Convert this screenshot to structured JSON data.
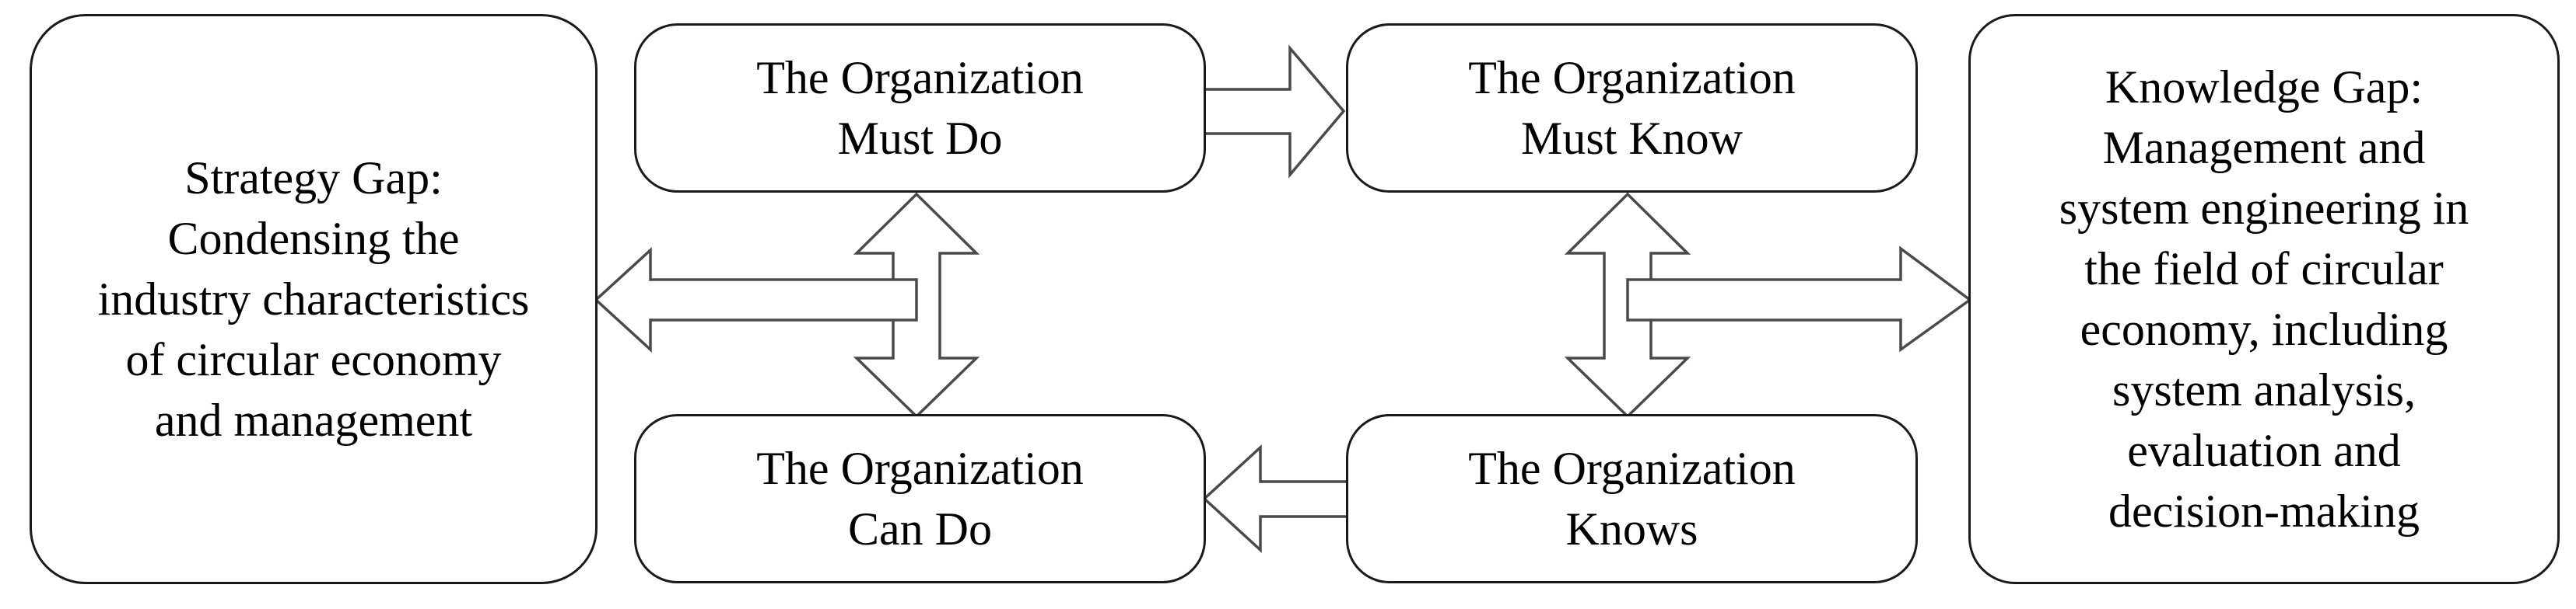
{
  "diagram": {
    "title": "Strategy Gap and Knowledge Gap cycle",
    "background_color": "#ffffff",
    "text_color": "#000000",
    "box_border_color": "#1a1a1a",
    "arrow_stroke_color": "#4a4a4a",
    "arrow_fill_color": "#ffffff"
  },
  "nodes": {
    "strategy_gap": {
      "id": "strategy-gap",
      "label": "Strategy Gap:\nCondensing the\nindustry characteristics\nof circular economy\nand management"
    },
    "must_do": {
      "id": "organization-must-do",
      "label": "The Organization\nMust Do"
    },
    "must_know": {
      "id": "organization-must-know",
      "label": "The Organization\nMust Know"
    },
    "can_do": {
      "id": "organization-can-do",
      "label": "The Organization\nCan Do"
    },
    "knows": {
      "id": "organization-knows",
      "label": "The Organization\nKnows"
    },
    "knowledge_gap": {
      "id": "knowledge-gap",
      "label": "Knowledge Gap:\nManagement and\nsystem engineering in\nthe field of circular\neconomy, including\nsystem analysis,\nevaluation and\ndecision-making"
    }
  },
  "arrows": [
    {
      "id": "arrow-must-do-to-must-know",
      "from": "organization-must-do",
      "to": "organization-must-know",
      "direction": "right",
      "style": "block-arrow",
      "double_headed": false
    },
    {
      "id": "arrow-knows-to-can-do",
      "from": "organization-knows",
      "to": "organization-can-do",
      "direction": "left",
      "style": "block-arrow",
      "double_headed": false
    },
    {
      "id": "arrow-must-do-can-do-vertical",
      "from": "organization-must-do",
      "to": "organization-can-do",
      "direction": "vertical",
      "style": "block-arrow",
      "double_headed": true
    },
    {
      "id": "arrow-must-know-knows-vertical",
      "from": "organization-must-know",
      "to": "organization-knows",
      "direction": "vertical",
      "style": "block-arrow",
      "double_headed": true
    },
    {
      "id": "arrow-cycle-to-strategy-gap",
      "from": "organization-cycle-left",
      "to": "strategy-gap",
      "direction": "left",
      "style": "block-arrow",
      "double_headed": false
    },
    {
      "id": "arrow-cycle-to-knowledge-gap",
      "from": "organization-cycle-right",
      "to": "knowledge-gap",
      "direction": "right",
      "style": "block-arrow",
      "double_headed": false
    }
  ]
}
